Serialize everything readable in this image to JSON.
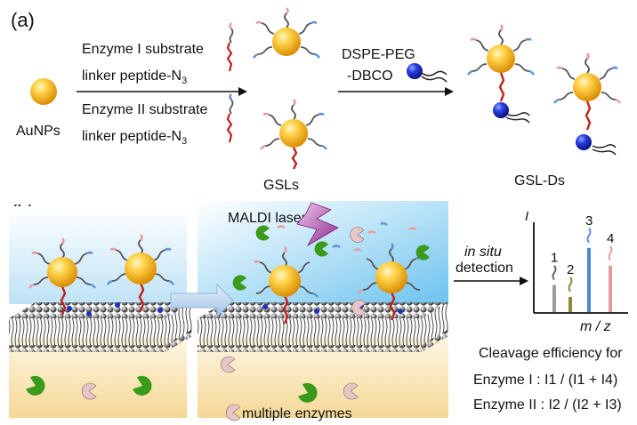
{
  "panel_a": {
    "label": "(a)",
    "aunps_label": "AuNPs",
    "enzyme1_substrate": "Enzyme I substrate",
    "enzyme1_linker": "linker peptide-N",
    "enzyme2_substrate": "Enzyme II substrate",
    "enzyme2_linker": "linker peptide-N",
    "azide_subscript": "3",
    "reagent_line1": "DSPE-PEG",
    "reagent_line2": "-DBCO",
    "gsls_label": "GSLs",
    "gsl_ds_label": "GSL-Ds"
  },
  "panel_b": {
    "label": "(b)",
    "maldi_label": "MALDI laser",
    "in_situ": "in situ",
    "detection": "detection",
    "multiple_enzymes": "multiple enzymes",
    "cleavage_title": "Cleavage efficiency for",
    "enzyme1_formula": "Enzyme I : I1 / (I1 + I4)",
    "enzyme2_formula": "Enzyme II : I2 / (I2 + I3)"
  },
  "spectrum": {
    "y_axis_label": "I",
    "x_axis_label": "m / z",
    "peaks": [
      {
        "label": "1",
        "intensity": 0.32,
        "color": "#9a9a9a"
      },
      {
        "label": "2",
        "intensity": 0.18,
        "color": "#8a8a3a"
      },
      {
        "label": "3",
        "intensity": 0.76,
        "color": "#4f86d9"
      },
      {
        "label": "4",
        "intensity": 0.55,
        "color": "#e39a9a"
      }
    ]
  },
  "colors": {
    "gold": "#f4b400",
    "linker_red": "#c0201d",
    "enzyme1_tip": "#e89a9a",
    "enzyme2_tip": "#5b8fe0",
    "dbco_blue": "#1f2fbf",
    "enzyme_green": "#3a9a1a"
  }
}
